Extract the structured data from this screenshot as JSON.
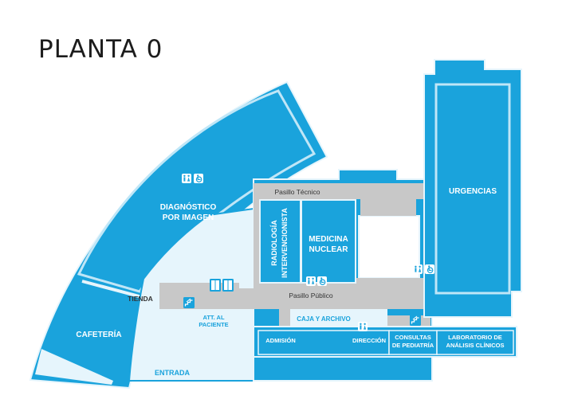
{
  "title": "PLANTA 0",
  "colors": {
    "room": "#1aa3dc",
    "light": "#e6f5fc",
    "corridor": "#c8c8c8",
    "text_dark": "#1c1c1c"
  },
  "corridors": {
    "tecnico": "Pasillo Técnico",
    "publico": "Pasillo Público"
  },
  "rooms": {
    "diagnostico_1": "DIAGNÓSTICO",
    "diagnostico_2": "POR IMAGEN",
    "cafeteria": "CAFETERÍA",
    "radiologia_1": "RADIOLOGÍA",
    "radiologia_2": "INTERVENCIONISTA",
    "medicina_1": "MEDICINA",
    "medicina_2": "NUCLEAR",
    "urgencias": "URGENCIAS",
    "admision": "ADMISIÓN",
    "direccion": "DIRECCIÓN",
    "pediatria_1": "CONSULTAS",
    "pediatria_2": "DE PEDIATRÍA",
    "laboratorio_1": "LABORATORIO DE",
    "laboratorio_2": "ANÁLISIS CLÍNICOS"
  },
  "areas": {
    "tienda": "TIENDA",
    "att_1": "ATT. AL",
    "att_2": "PACIENTE",
    "caja": "CAJA Y ARCHIVO",
    "entrada": "ENTRADA"
  },
  "icons": [
    "restroom-icon",
    "accessible-icon",
    "elevator-icon",
    "stairs-icon"
  ]
}
